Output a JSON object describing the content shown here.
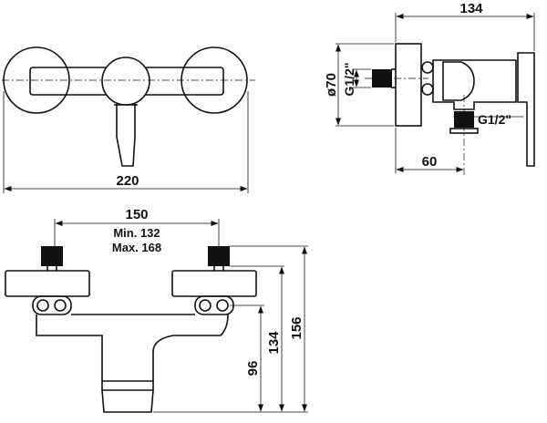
{
  "colors": {
    "line": "#111111",
    "background": "#ffffff"
  },
  "dimensions": {
    "overall_width": "220",
    "side_depth": "134",
    "diameter": "ø70",
    "inlet_thread": "G1/2\"",
    "outlet_thread": "G1/2\"",
    "outlet_offset": "60",
    "inlet_spacing": "150",
    "spacing_min": "Min. 132",
    "spacing_max": "Max. 168",
    "outlet_height": "96",
    "body_height": "134",
    "total_height": "156"
  }
}
